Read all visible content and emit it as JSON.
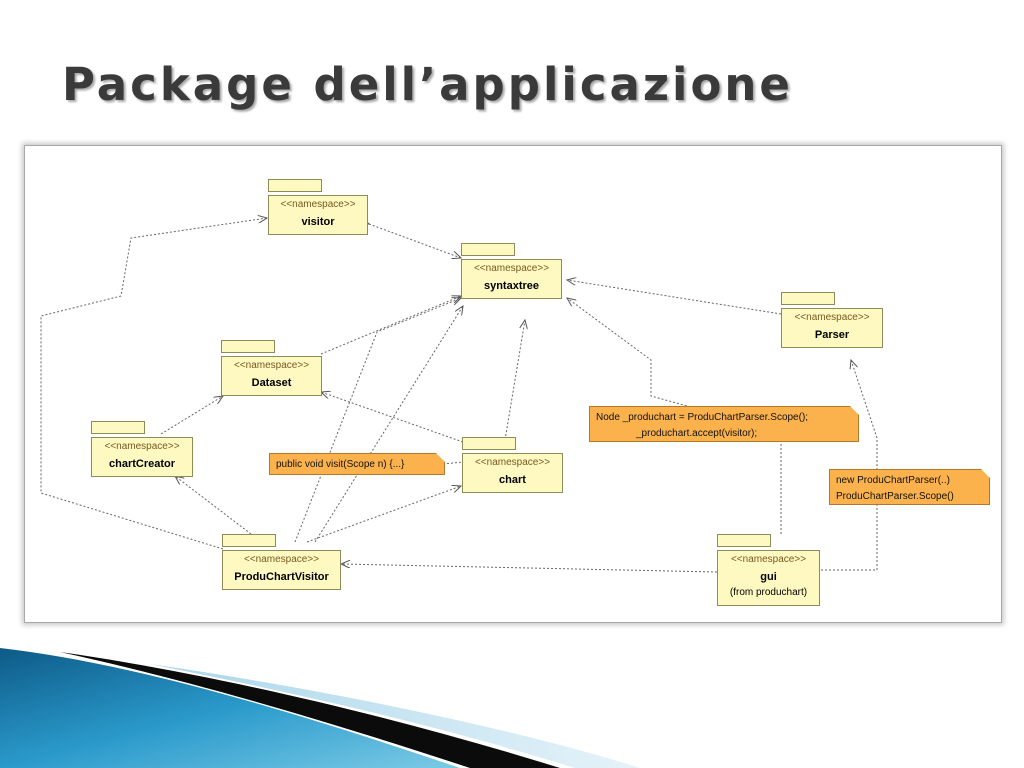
{
  "slide": {
    "title": "Package dell’applicazione"
  },
  "packages": {
    "visitor": {
      "stereotype": "<<namespace>>",
      "name": "visitor"
    },
    "syntaxtree": {
      "stereotype": "<<namespace>>",
      "name": "syntaxtree"
    },
    "parser": {
      "stereotype": "<<namespace>>",
      "name": "Parser"
    },
    "dataset": {
      "stereotype": "<<namespace>>",
      "name": "Dataset"
    },
    "chartcreator": {
      "stereotype": "<<namespace>>",
      "name": "chartCreator"
    },
    "chart": {
      "stereotype": "<<namespace>>",
      "name": "chart"
    },
    "produchartvisitor": {
      "stereotype": "<<namespace>>",
      "name": "ProduChartVisitor"
    },
    "gui": {
      "stereotype": "<<namespace>>",
      "name": "gui",
      "sub": "(from produchart)"
    }
  },
  "notes": {
    "visit": {
      "lines": [
        "public void visit(Scope n) {...}"
      ]
    },
    "produchart": {
      "lines": [
        "Node _produchart = ProduChartParser.Scope();",
        "_produchart.accept(visitor);"
      ]
    },
    "parser_new": {
      "lines": [
        "new ProduChartParser(..)",
        "ProduChartParser.Scope()"
      ]
    }
  },
  "colors": {
    "package_fill": "#fdf9c0",
    "note_fill": "#fbb24c",
    "accent_blue": "#1f7fb0"
  }
}
